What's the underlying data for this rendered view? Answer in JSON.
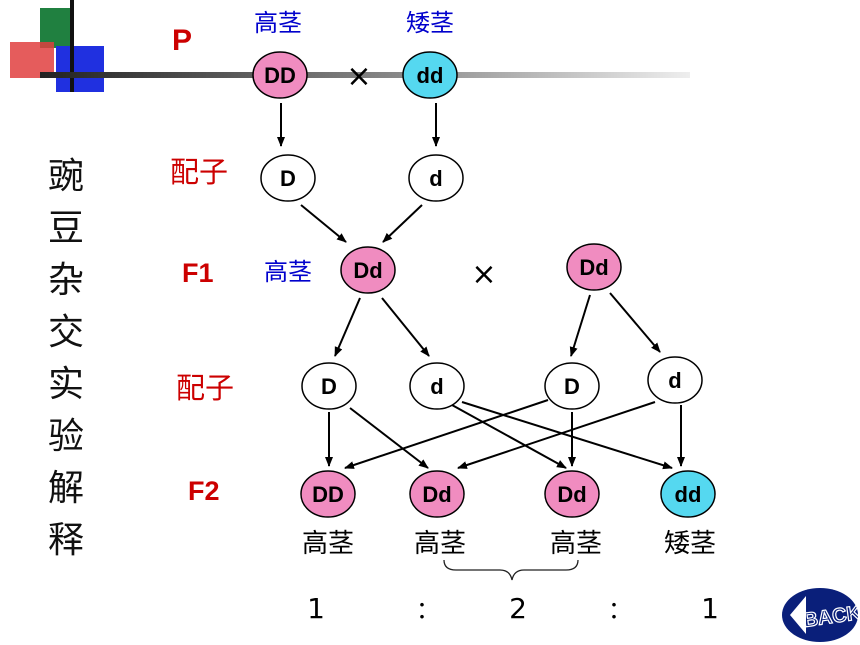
{
  "title_vertical": "豌豆杂交实验解释",
  "rows": {
    "p": "P",
    "gametes1": "配子",
    "f1": "F1",
    "gametes2": "配子",
    "f2": "F2"
  },
  "parents": {
    "left": {
      "trait": "高茎",
      "genotype": "DD"
    },
    "cross": "×",
    "right": {
      "trait": "矮茎",
      "genotype": "dd"
    }
  },
  "gametes_p": [
    "D",
    "d"
  ],
  "f1": {
    "trait": "高茎",
    "left_genotype": "Dd",
    "cross": "×",
    "right_genotype": "Dd"
  },
  "gametes_f1": [
    "D",
    "d",
    "D",
    "d"
  ],
  "f2": [
    {
      "genotype": "DD",
      "trait": "高茎"
    },
    {
      "genotype": "Dd",
      "trait": "高茎"
    },
    {
      "genotype": "Dd",
      "trait": "高茎"
    },
    {
      "genotype": "dd",
      "trait": "矮茎"
    }
  ],
  "ratio": [
    "1",
    "：",
    "2",
    "：",
    "1"
  ],
  "back_button": "BACK",
  "colors": {
    "red_label": "#cc0000",
    "blue_trait": "#0000cc",
    "pink_fill": "#f08cc0",
    "cyan_fill": "#55d8f0",
    "corner_green": "#208040",
    "corner_red": "#e02020",
    "corner_blue": "#2030e0",
    "back_navy": "#0a1f7a"
  }
}
